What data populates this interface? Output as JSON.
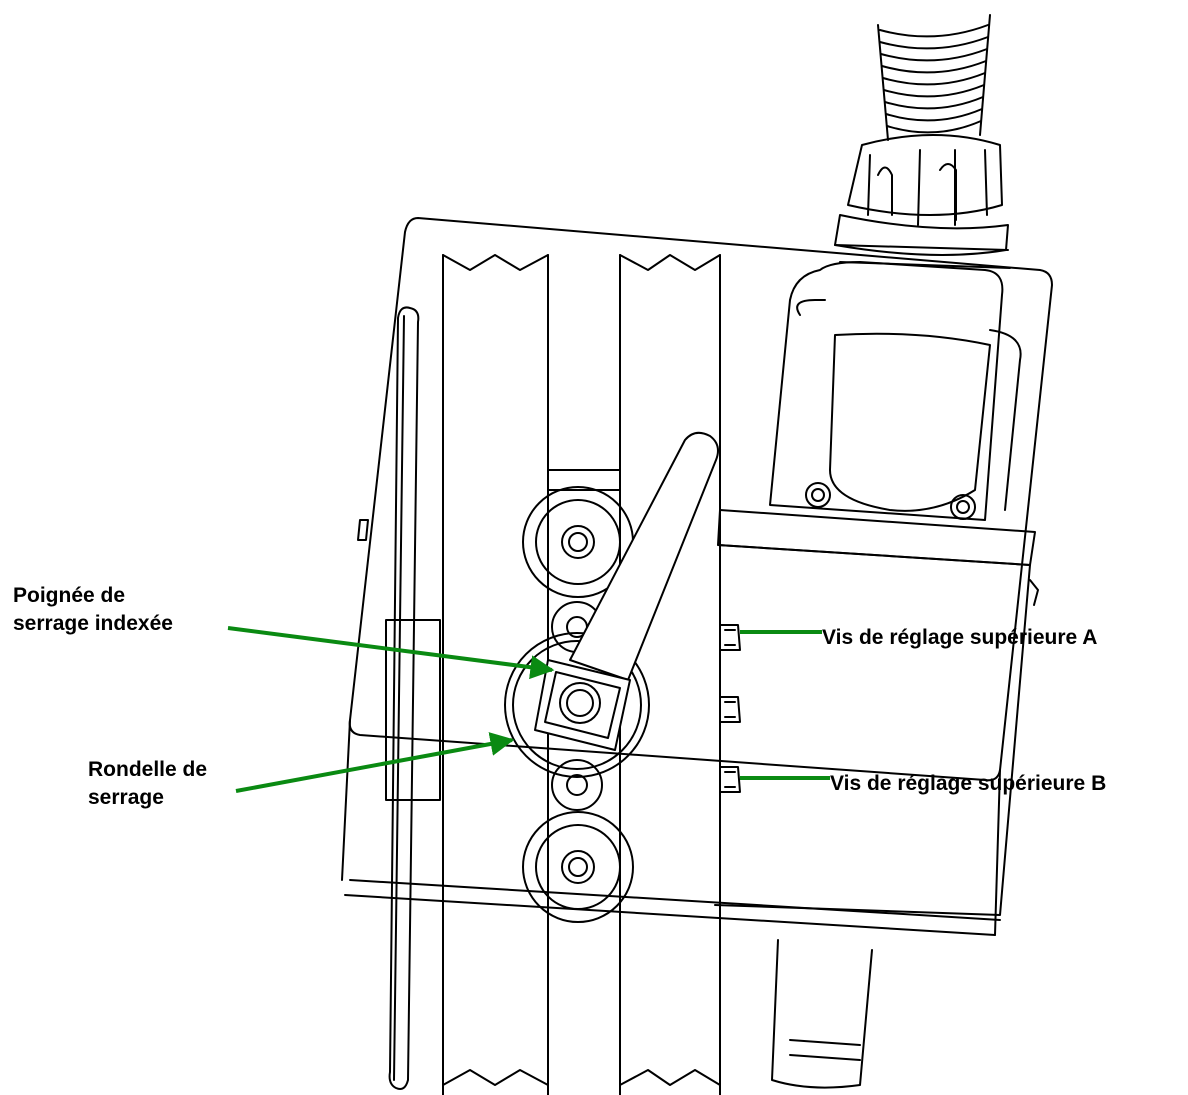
{
  "labels": {
    "handle_line1": "Poignée de",
    "handle_line2": "serrage indexée",
    "washer_line1": "Rondelle de",
    "washer_line2": "serrage",
    "screw_a": "Vis de réglage supérieure A",
    "screw_b": "Vis de réglage supérieure B"
  },
  "colors": {
    "arrow": "#0a8a12",
    "line": "#000000",
    "background": "#ffffff"
  }
}
